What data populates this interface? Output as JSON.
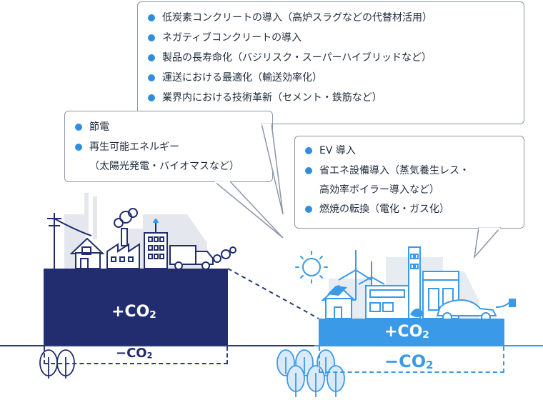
{
  "callout_top": {
    "items": [
      "低炭素コンクリートの導入（高炉スラグなどの代替材活用）",
      "ネガティブコンクリートの導入",
      "製品の長寿命化（バジリスク・スーパーハイブリッドなど）",
      "運送における最適化（輸送効率化）",
      "業界内における技術革新（セメント・鉄筋など）"
    ]
  },
  "callout_left": {
    "items": [
      "節電",
      "再生可能エネルギー"
    ],
    "sub": "（太陽光発電・バイオマスなど）"
  },
  "callout_right": {
    "items": [
      "EV 導入",
      "省エネ設備導入（蒸気養生レス・",
      "燃焼の転換（電化・ガス化）"
    ],
    "sub": "高効率ボイラー導入など）"
  },
  "labels": {
    "left_plus_prefix": "+CO",
    "left_minus_prefix": "−CO",
    "right_plus_prefix": "+CO",
    "right_minus_prefix": "−CO",
    "subscript": "2"
  },
  "colors": {
    "dark_navy": "#212d6e",
    "light_blue": "#3a9ae8",
    "bullet": "#2f8ee0"
  }
}
